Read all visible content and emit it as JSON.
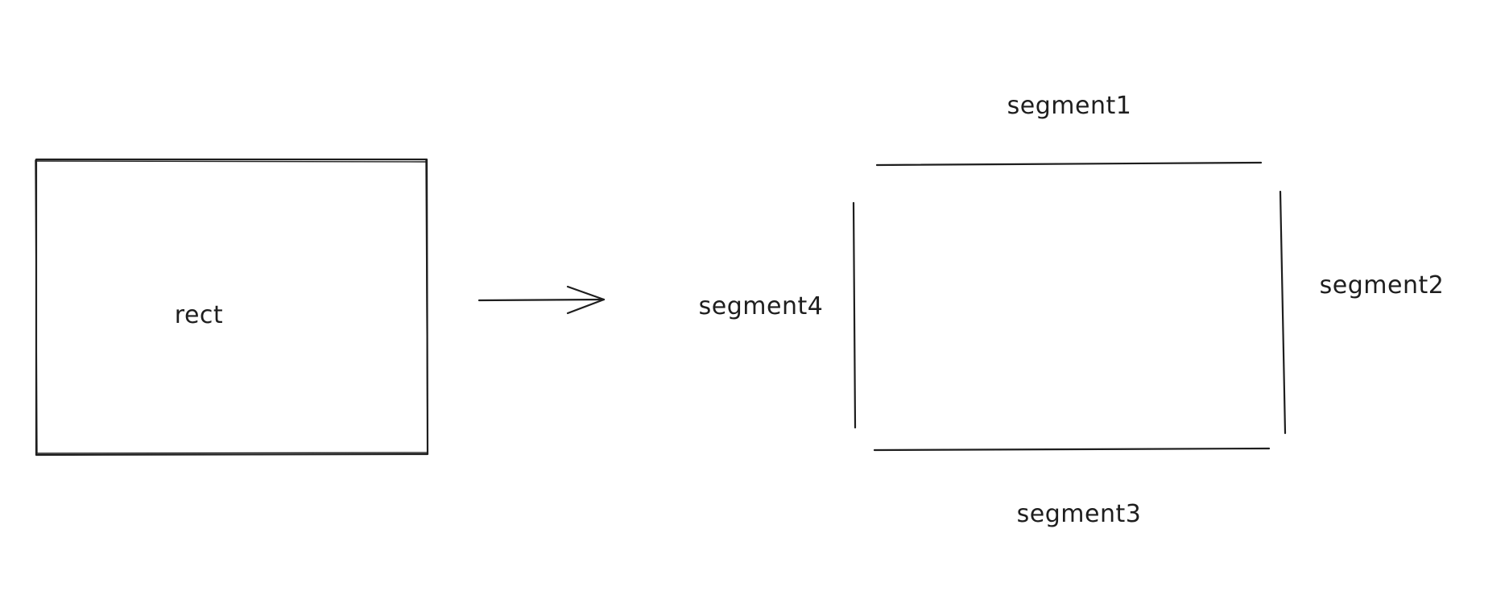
{
  "diagram": {
    "source": {
      "label": "rect"
    },
    "arrow": {
      "icon": "arrow-right-icon"
    },
    "result": {
      "segments": [
        {
          "label": "segment1"
        },
        {
          "label": "segment2"
        },
        {
          "label": "segment3"
        },
        {
          "label": "segment4"
        }
      ]
    }
  },
  "colors": {
    "stroke": "#1e1e1e",
    "background": "#ffffff"
  }
}
